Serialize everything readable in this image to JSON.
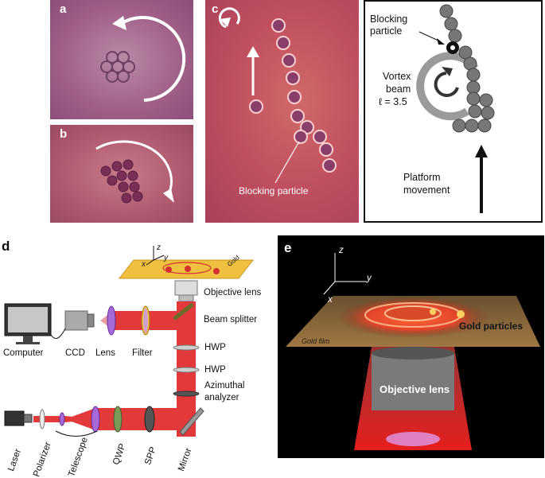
{
  "panel_labels": {
    "a": "a",
    "b": "b",
    "c": "c",
    "d": "d",
    "e": "e"
  },
  "panel_c": {
    "blocking_particle": "Blocking particle"
  },
  "schematic": {
    "blocking_particle_line1": "Blocking",
    "blocking_particle_line2": "particle",
    "vortex_line1": "Vortex",
    "vortex_line2": "beam",
    "vortex_l": "ℓ = 3.5",
    "platform_line1": "Platform",
    "platform_line2": "movement"
  },
  "setup": {
    "axis_z": "z",
    "axis_x": "x",
    "axis_y": "y",
    "gold_sample": "Gold",
    "objective": "Objective lens",
    "beam_splitter": "Beam splitter",
    "hwp1": "HWP",
    "hwp2": "HWP",
    "azimuthal_line1": "Azimuthal",
    "azimuthal_line2": "analyzer",
    "computer": "Computer",
    "ccd": "CCD",
    "lens": "Lens",
    "filter": "Filter",
    "laser": "Laser",
    "polarizer": "Polarizer",
    "telescope": "Telescope",
    "qwp": "QWP",
    "spp": "SPP",
    "mirror": "Mirror"
  },
  "render": {
    "axis_z": "z",
    "axis_x": "x",
    "axis_y": "y",
    "gold_film": "Gold film",
    "gold_particles": "Gold particles",
    "objective_lens": "Objective lens"
  },
  "colors": {
    "beam": "#e23a3a",
    "gold": "#f2c44a",
    "micro_bg": "#b05a7a"
  }
}
